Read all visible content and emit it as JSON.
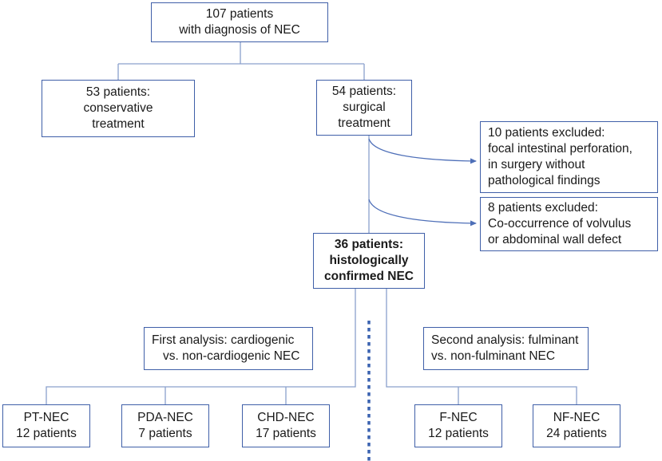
{
  "colors": {
    "line": "#8aa0cc",
    "border": "#3f5fa8",
    "arrow": "#4e6fb8",
    "dotted": "#3a62b0"
  },
  "nodes": {
    "root": [
      "107 patients",
      "with diagnosis of NEC"
    ],
    "conservative": [
      "53 patients:",
      "conservative",
      "treatment"
    ],
    "surgical": [
      "54 patients:",
      "surgical",
      "treatment"
    ],
    "excluded_1": [
      "10 patients excluded:",
      "focal intestinal perforation,",
      "in surgery without",
      "pathological findings"
    ],
    "excluded_2": [
      "8 patients excluded:",
      "Co-occurrence of volvulus",
      "or abdominal wall defect"
    ],
    "confirmed": [
      "36 patients:",
      "histologically",
      "confirmed NEC"
    ],
    "first_analysis": [
      "First analysis: cardiogenic",
      "vs. non-cardiogenic NEC"
    ],
    "second_analysis": [
      "Second analysis: fulminant",
      "vs. non-fulminant NEC"
    ],
    "pt_nec": [
      "PT-NEC",
      "12 patients"
    ],
    "pda_nec": [
      "PDA-NEC",
      "7 patients"
    ],
    "chd_nec": [
      "CHD-NEC",
      "17 patients"
    ],
    "f_nec": [
      "F-NEC",
      "12 patients"
    ],
    "nf_nec": [
      "NF-NEC",
      "24 patients"
    ]
  }
}
